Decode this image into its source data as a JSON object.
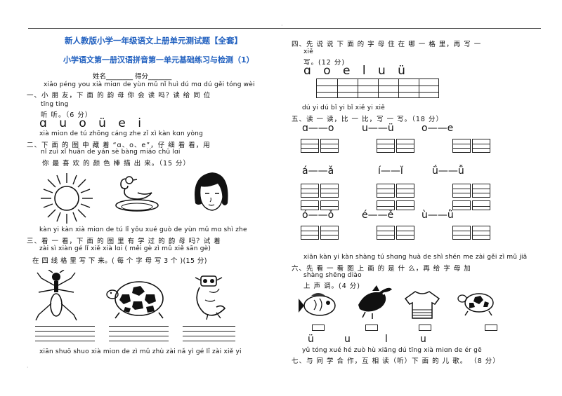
{
  "left": {
    "title": "新人教版小学一年级语文上册单元测试题【全套】",
    "subtitle": "小学语文第一册汉语拼音第一单元基础练习与检测（1）",
    "name_score": "姓名________   得分_______",
    "q1_pinyin": "xiǎo péng you  xià miɑn de yùn mǔ nǐ huì dú mɑ  dú gěi tóng wèi",
    "q1_text": "一、小 朋 友，下 面 的 韵 母 你 会 读 吗？读 给 同  位",
    "q1_pinyin2": "tīng ting",
    "q1_text2": "听  听。（6 分）",
    "q1_letters": "ɑ  u  o  ü  e  i",
    "q2_pinyin": "xià miɑn de tú zhōng cáng zhe            zǐ xì kàn  kɑn  yòng",
    "q2_text": "二、下 面 的 图 中 藏 着 “ɑ、o、e”，仔 细 看  看，用",
    "q2_pinyin2": "nǐ  zuì  xǐ  huān de yán sè bàng miáo chū lɑi",
    "q2_text2": "你 最 喜 欢 的 颜 色 棒 描 出 来。（15 分）",
    "q3_pinyin": "kàn  yi kàn  xià miɑn de tú lǐ yǒu xué guò de yùn mǔ mɑ shì zhe",
    "q3_text": "三、看 一 看，下 面 的 图 里 有 学 过 的 韵 母 吗？试  着",
    "q3_pinyin2": "zài sì xiàn gé lǐ xiě xià lɑi ( měi gè zì mǔ xiě sān gè)",
    "q3_text2": "在  四  线  格 里  写  下  来。( 每 个 字  母 写  3  个 )(15 分)",
    "q4_pinyin": "xiān shuō shuo xià miɑn de zì mǔ zhù zài nǎ yì gé lǐ zài xiě yi"
  },
  "right": {
    "q4_text": "四、先  说  说  下  面  的 字 母 住  在  哪 一 格 里，再  写  一",
    "q4_pinyin2": "xiě",
    "q4_text2": "写。(12 分)",
    "q4_letters": "ɑ  o  e  l  u  ü",
    "q5_pinyin": "dú yi dú  bǐ yi  bǐ  xiě yi xiě",
    "q5_text": "五、读 一 读，比 一 比，写  一  写。（18 分）",
    "q5_row1": [
      "ɑ——o",
      "u——ü",
      "o——e"
    ],
    "q5_row2": [
      "á——ǎ",
      "í——ǐ",
      "ǘ——ǚ"
    ],
    "q5_row3": [
      "ó——ǒ",
      "é——ě",
      "ù——ǜ"
    ],
    "q6_pinyin": "xiān kàn yi kàn shàng tú shɑng huà de shì shén me  zài gěi zì mǔ jiā",
    "q6_text": "六、先 看 一 看 图  上  画 的 是 什 么，再  给 字 母 加",
    "q6_pinyin2": "shàng shēng diào",
    "q6_text2": "上  声  调。(4 分)",
    "q6_letters": [
      "ü",
      "u",
      "l",
      "u"
    ],
    "q7_pinyin": "yǔ tóng xué hé zuò  hù xiāng dú tīng  xià miɑn de ér gē",
    "q7_text": "七、与 同 学 合 作，互 相 读（听）下 面 的 儿 歌。    （8 分）"
  }
}
